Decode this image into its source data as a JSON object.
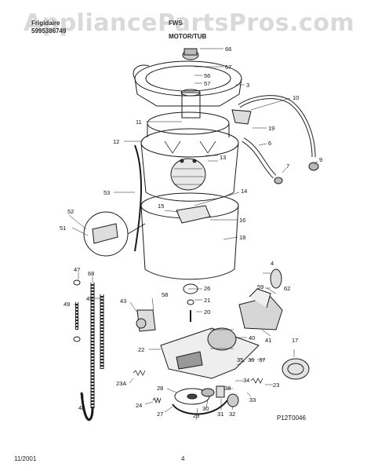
{
  "header": {
    "brand": "Frigidaire",
    "model_prefix": "FWS",
    "publication": "5995386749",
    "section": "MOTOR/TUB"
  },
  "watermark": "AppliancePartsPros.com",
  "footer": {
    "date": "11/2001",
    "page": "4"
  },
  "diagram_code": "P12T0046",
  "parts": [
    "66",
    "67",
    "56",
    "57",
    "3",
    "10",
    "11",
    "19",
    "6",
    "12",
    "13",
    "7",
    "9",
    "53",
    "14",
    "15",
    "16",
    "52",
    "51",
    "18",
    "47",
    "68",
    "59",
    "4",
    "62",
    "45",
    "49",
    "26",
    "58",
    "43",
    "21",
    "20",
    "41",
    "17",
    "40",
    "22",
    "37",
    "36",
    "35",
    "34",
    "23A",
    "38",
    "23",
    "28",
    "24",
    "30",
    "31",
    "32",
    "33",
    "29",
    "27",
    "48"
  ],
  "colors": {
    "line": "#1a1a1a",
    "shade": "#555555",
    "watermark": "#9a9a9a"
  }
}
